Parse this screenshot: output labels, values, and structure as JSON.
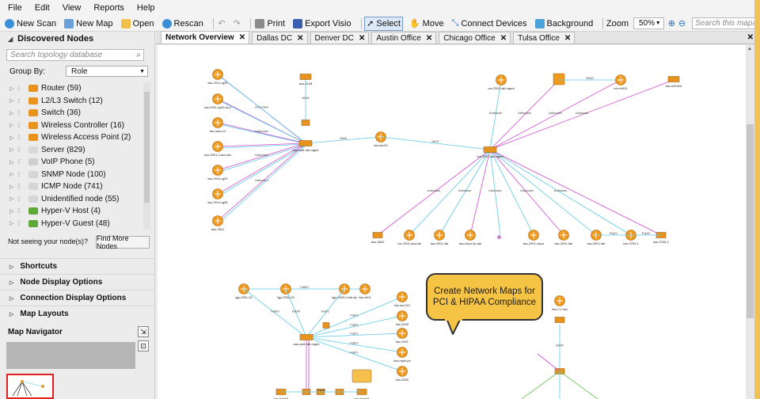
{
  "menu": [
    "File",
    "Edit",
    "View",
    "Reports",
    "Help"
  ],
  "toolbar": {
    "new_scan": "New Scan",
    "new_map": "New Map",
    "open": "Open",
    "rescan": "Rescan",
    "print": "Print",
    "export_visio": "Export Visio",
    "select": "Select",
    "move": "Move",
    "connect_devices": "Connect Devices",
    "background": "Background",
    "zoom_label": "Zoom",
    "zoom_value": "50%",
    "search_map_placeholder": "Search this map"
  },
  "left_panel": {
    "title": "Discovered Nodes",
    "search_placeholder": "Search topology database",
    "group_by_label": "Group By:",
    "group_by_value": "Role",
    "roles": [
      {
        "label": "Router (59)",
        "color": "#e8941c"
      },
      {
        "label": "L2/L3 Switch (12)",
        "color": "#e8941c"
      },
      {
        "label": "Switch (36)",
        "color": "#e8941c"
      },
      {
        "label": "Wireless Controller (16)",
        "color": "#e8941c"
      },
      {
        "label": "Wireless Access Point (2)",
        "color": "#e8941c"
      },
      {
        "label": "Server (829)",
        "color": "#d9d9d9"
      },
      {
        "label": "VoIP Phone (5)",
        "color": "#cfcfcf"
      },
      {
        "label": "SNMP Node (100)",
        "color": "#d6d6d6"
      },
      {
        "label": "ICMP Node (741)",
        "color": "#d6d6d6"
      },
      {
        "label": "Unidentified node (55)",
        "color": "#d6d6d6"
      },
      {
        "label": "Hyper-V Host (4)",
        "color": "#5ea83a"
      },
      {
        "label": "Hyper-V Guest (48)",
        "color": "#5ea83a"
      }
    ],
    "not_seen": "Not seeing your node(s)?",
    "find_more": "Find More Nodes",
    "sections": [
      "Shortcuts",
      "Node Display Options",
      "Connection Display Options",
      "Map Layouts"
    ],
    "map_navigator": "Map Navigator"
  },
  "tabs": [
    {
      "label": "Network Overview",
      "active": true
    },
    {
      "label": "Dallas DC",
      "active": false
    },
    {
      "label": "Denver DC",
      "active": false
    },
    {
      "label": "Austin Office",
      "active": false
    },
    {
      "label": "Chicago Office",
      "active": false
    },
    {
      "label": "Tulsa Office",
      "active": false
    }
  ],
  "callout": {
    "line1": "Create Network Maps for",
    "line2": "PCI & HIPAA Compliance"
  },
  "colors": {
    "router": "#ef9a1e",
    "switch": "#e8941c",
    "link_cyan": "#5bc8e6",
    "link_magenta": "#d04fd0",
    "link_green": "#6cc35a",
    "callout_bg": "#f5c444"
  },
  "map": {
    "node_labels": [
      "isw-2911-rg01",
      "isw-2911-rg04.rtp.c",
      "isw-uma-12",
      "isw-2901-2.aus.lab",
      "isw-2911-rg03",
      "isw-2911-rg05",
      "aus-2501",
      "aus-2108",
      "aus-cat1.lab.mgmt",
      "isw-slc/02",
      "cor-2901.lab.mgmt",
      "cor-2750",
      "cor-rtr001",
      "isw-s02304",
      "aus-2820",
      "cor-2901.aus.lab",
      "isw-2901.lab",
      "isw-cisco.rtp.lab",
      "isw-cr-24",
      "isw-2901-cisco",
      "isw-2901-lab",
      "isw-2901-lab",
      "isw-3750-1",
      "isw-3750-2",
      "tgp-2951-01",
      "tgp-2951-03",
      "tgp-2950-0.lab.rtp",
      "isw-rtr01",
      "isw-sw-012",
      "isw-2009",
      "isw-1941",
      "isw-mpls-pe",
      "isw-2050",
      "isw-2.1.isw",
      "isw-transit"
    ],
    "link_labels": [
      "Gi0/0",
      "Gi0/1",
      "Fa0/1",
      "Fa0/2",
      "Unknown",
      "Fa0/0",
      "Gi1/0"
    ]
  }
}
